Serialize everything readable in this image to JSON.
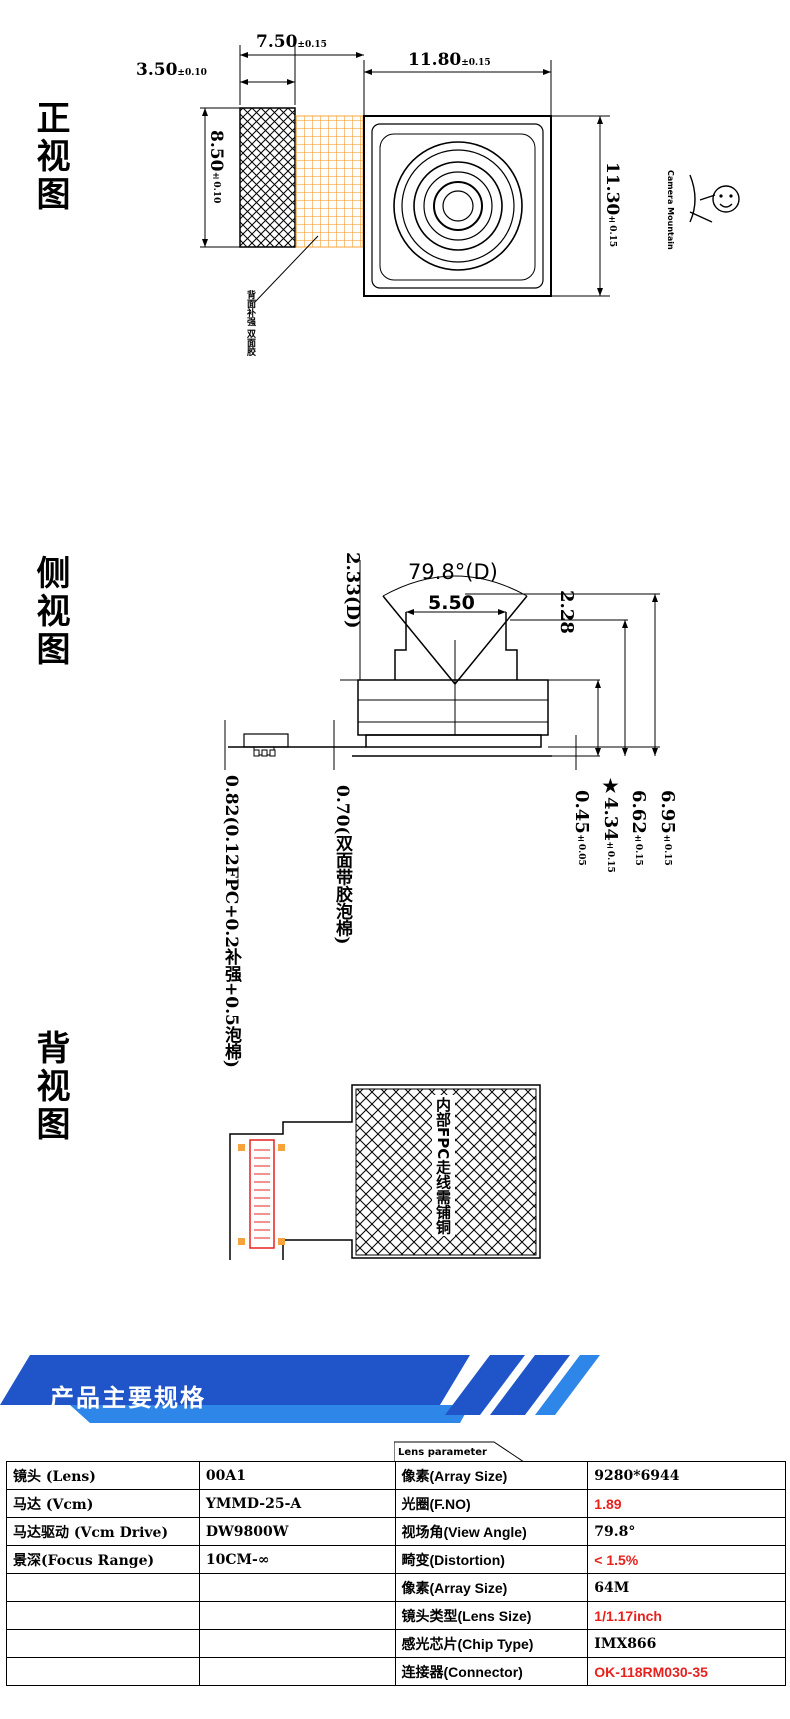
{
  "views": {
    "front": "正视图",
    "side": "侧视图",
    "back": "背视图"
  },
  "front_dims": {
    "left_width": "3.50",
    "left_tol": "±0.10",
    "mid_width": "7.50",
    "mid_tol": "±0.15",
    "lens_width": "11.80",
    "lens_tol": "±0.15",
    "left_height": "8.50",
    "left_height_tol": "±0.10",
    "lens_height": "11.30",
    "lens_height_tol": "±0.15",
    "callout": "背面补强 双面胶",
    "logo_text": "Camera Mountain"
  },
  "side_dims": {
    "angle": "79.8°(D)",
    "aperture": "5.50",
    "d_top": "2.33(D)",
    "top_right": "2.28",
    "h1": "6.95",
    "h1_tol": "±0.15",
    "h2": "6.62",
    "h2_tol": "±0.15",
    "h3": "★4.34",
    "h3_tol": "±0.15",
    "h4": "0.45",
    "h4_tol": "±0.05",
    "fpc_note": "0.82(0.12FPC+0.2补强+0.5泡棉)",
    "tape_note": "0.70(双面带胶泡棉)"
  },
  "back_dims": {
    "inner_text": "内部FPC走线需铺铜"
  },
  "spec_banner": "产品主要规格",
  "lens_parameter_label": "Lens parameter",
  "spec_left": [
    {
      "label": "镜头 (Lens)",
      "value": "00A1"
    },
    {
      "label": "马达 (Vcm)",
      "value": "YMMD-25-A"
    },
    {
      "label": "马达驱动 (Vcm Drive)",
      "value": "DW9800W"
    },
    {
      "label": "景深(Focus Range)",
      "value": "10CM-∞"
    },
    {
      "label": "",
      "value": ""
    },
    {
      "label": "",
      "value": ""
    },
    {
      "label": "",
      "value": ""
    },
    {
      "label": "",
      "value": ""
    }
  ],
  "spec_right": [
    {
      "label": "像素(Array Size)",
      "value": "9280*6944",
      "red": false
    },
    {
      "label": "光圈(F.NO)",
      "value": "1.89",
      "red": true
    },
    {
      "label": "视场角(View Angle)",
      "value": "79.8°",
      "red": false
    },
    {
      "label": "畸变(Distortion)",
      "value": "< 1.5%",
      "red": true
    },
    {
      "label": "像素(Array Size)",
      "value": "64M",
      "red": false
    },
    {
      "label": "镜头类型(Lens Size)",
      "value": "1/1.17inch",
      "red": true
    },
    {
      "label": "感光芯片(Chip Type)",
      "value": "IMX866",
      "red": false
    },
    {
      "label": "连接器(Connector)",
      "value": "OK-118RM030-35",
      "red": true
    }
  ],
  "colors": {
    "banner_blue": "#1f55c8",
    "banner_light": "#2e86e8",
    "fpc_orange": "#f5a33a",
    "value_red": "#e8211d"
  }
}
